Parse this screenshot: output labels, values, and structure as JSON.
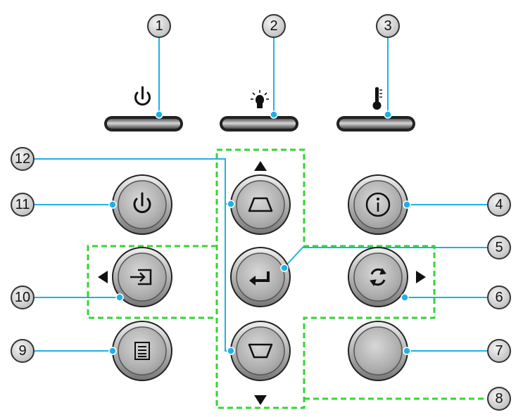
{
  "colors": {
    "leader_line": "#1fb1e6",
    "dot": "#1fb1e6",
    "dashed_region": "#33d633",
    "button_face": "#b5b5b5",
    "badge_fill": "#d9d9d9",
    "ink": "#111111"
  },
  "indicators": [
    {
      "number": "1",
      "icon": "power-icon"
    },
    {
      "number": "2",
      "icon": "lamp-icon"
    },
    {
      "number": "3",
      "icon": "thermometer-icon"
    }
  ],
  "buttons": [
    {
      "number": "11",
      "icon": "power-icon"
    },
    {
      "number": "4",
      "icon": "info-icon"
    },
    {
      "number": "12",
      "icon": "keystone-up-icon"
    },
    {
      "number": "5",
      "icon": "enter-icon"
    },
    {
      "number": "10",
      "icon": "source-icon"
    },
    {
      "number": "6",
      "icon": "resync-icon"
    },
    {
      "number": "9",
      "icon": "menu-icon"
    },
    {
      "number": "7",
      "icon": "blank-icon"
    },
    {
      "number": "12",
      "icon": "keystone-down-icon"
    }
  ],
  "arrows": [
    "up-arrow-icon",
    "down-arrow-icon",
    "left-arrow-icon",
    "right-arrow-icon"
  ],
  "callouts": {
    "c1": "1",
    "c2": "2",
    "c3": "3",
    "c4": "4",
    "c5": "5",
    "c6": "6",
    "c7": "7",
    "c8": "8",
    "c9": "9",
    "c10": "10",
    "c11": "11",
    "c12": "12"
  }
}
